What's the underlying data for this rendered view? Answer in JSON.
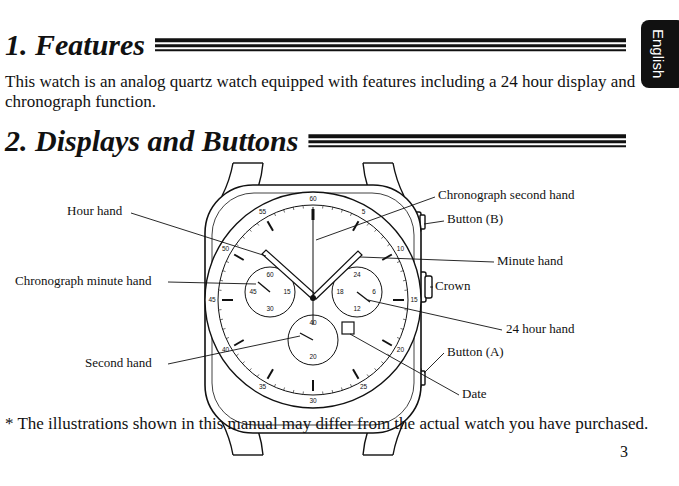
{
  "diagram": {
    "title": "1. Features",
    "labels": [
      "This watch is an analog quartz watch equipped with features including a 24 hour display and chronograph function.",
      "2. Displays and Buttons",
      "Hour hand",
      "Chronograph second hand",
      "Button (B)",
      "Minute hand",
      "Chronograph minute hand",
      "Crown",
      "24 hour hand",
      "Button (A)",
      "Second hand",
      "Date",
      "* The illustrations shown in this manual may differ from the actual watch you have purchased.",
      "3",
      "English",
      "60",
      "5",
      "10",
      "15",
      "20",
      "25",
      "30",
      "35",
      "40",
      "45",
      "50",
      "55",
      "60",
      "15",
      "30",
      "45",
      "24",
      "6",
      "12",
      "18",
      "40",
      "20"
    ]
  }
}
